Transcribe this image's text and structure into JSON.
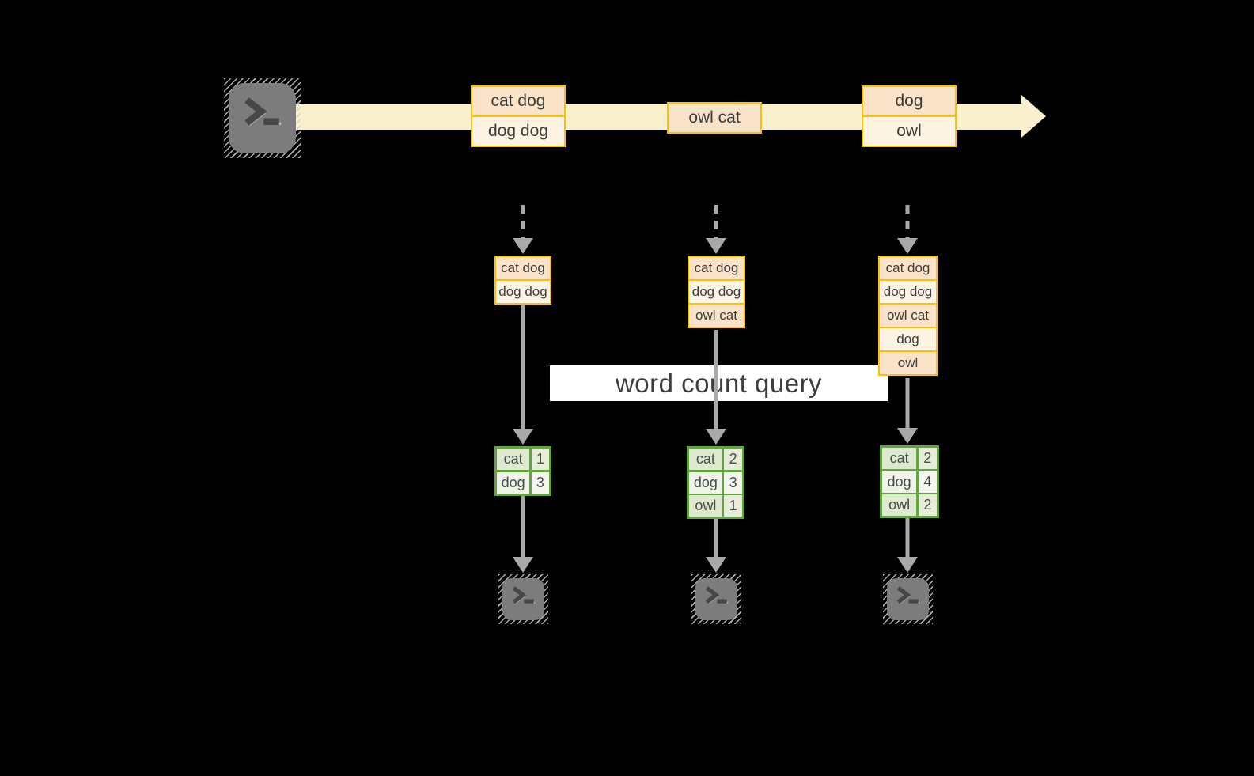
{
  "banner": {
    "label": "word count query"
  },
  "stream": {
    "events": [
      {
        "lines": [
          "cat dog",
          "dog dog"
        ]
      },
      {
        "lines": [
          "owl cat"
        ]
      },
      {
        "lines": [
          "dog",
          "owl"
        ]
      }
    ]
  },
  "columns": [
    {
      "buffer": [
        "cat dog",
        "dog dog"
      ],
      "counts": [
        {
          "word": "cat",
          "count": "1"
        },
        {
          "word": "dog",
          "count": "3"
        }
      ]
    },
    {
      "buffer": [
        "cat dog",
        "dog dog",
        "owl cat"
      ],
      "counts": [
        {
          "word": "cat",
          "count": "2"
        },
        {
          "word": "dog",
          "count": "3"
        },
        {
          "word": "owl",
          "count": "1"
        }
      ]
    },
    {
      "buffer": [
        "cat dog",
        "dog dog",
        "owl cat",
        "dog",
        "owl"
      ],
      "counts": [
        {
          "word": "cat",
          "count": "2"
        },
        {
          "word": "dog",
          "count": "4"
        },
        {
          "word": "owl",
          "count": "2"
        }
      ]
    }
  ],
  "icons": {
    "source": "terminal-prompt-icon",
    "outputs": "terminal-prompt-icon"
  },
  "colors": {
    "background": "#000000",
    "accent_orange": "#ffc000",
    "event_fill_dark": "#fae3c8",
    "event_fill_light": "#fdf4e4",
    "stream_band": "#faf0cd",
    "table_green": "#64a33d",
    "table_cell_dark": "#deead0",
    "table_cell_light": "#eff4ea",
    "arrow_gray": "#a9a9a9",
    "terminal_gray": "#7c7c7c",
    "text": "#3d3d3d"
  }
}
